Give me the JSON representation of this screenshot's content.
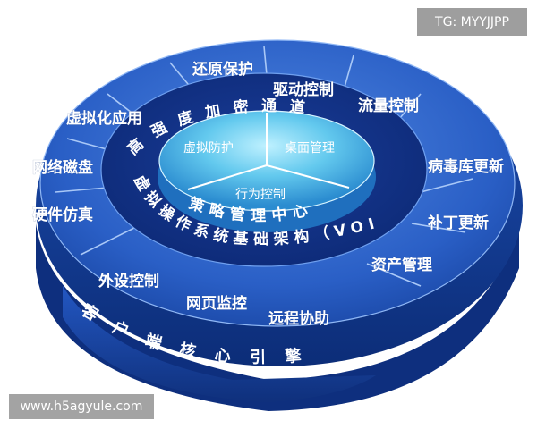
{
  "diagram": {
    "outer_ring": [
      "还原保护",
      "驱动控制",
      "流量控制",
      "病毒库更新",
      "补丁更新",
      "资产管理",
      "远程协助",
      "网页监控",
      "外设控制",
      "硬件仿真",
      "网络磁盘",
      "虚拟化应用"
    ],
    "inner_ring_text": "高强度加密通道",
    "inner_ring_left": "虚拟操作系统基础架构（VOI）",
    "inner_ring_mid": "策略管理中心",
    "core": [
      "虚拟防护",
      "桌面管理",
      "行为控制"
    ],
    "base_text": "客户端核心引擎"
  },
  "watermarks": {
    "top": "TG: MYYJJPP",
    "bottom": "www.h5agyule.com"
  }
}
